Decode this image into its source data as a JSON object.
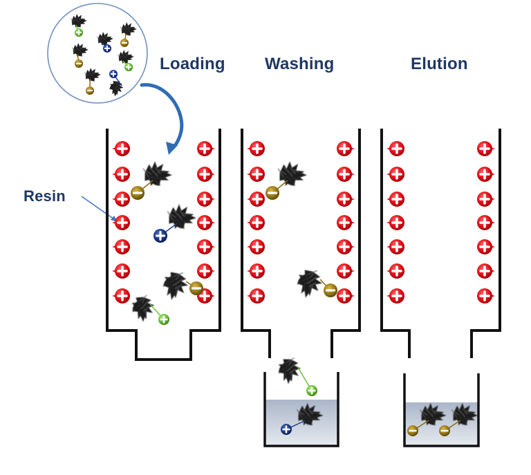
{
  "diagram": {
    "title": "Ion exchange chromatography steps",
    "steps": [
      {
        "id": "loading",
        "label": "Loading"
      },
      {
        "id": "washing",
        "label": "Washing"
      },
      {
        "id": "elution",
        "label": "Elution"
      }
    ],
    "resin_label": "Resin",
    "colors": {
      "label_text": "#1f3864",
      "column_wall": "#111111",
      "resin_bead": "#e8141c",
      "negative_ion": "#8a6a10",
      "positive_ion_blue": "#1c3a8a",
      "positive_ion_green": "#6cbf3a",
      "arrow": "#2e6db3",
      "zoom_circle": "#6f8fbf",
      "liquid": "#c7d0de"
    },
    "columns": [
      {
        "step": "loading",
        "resin_beads_per_side": 7,
        "resin_charge": "+",
        "molecules": [
          {
            "charge": "-",
            "color": "negative"
          },
          {
            "charge": "+",
            "color": "blue"
          },
          {
            "charge": "-",
            "color": "negative"
          },
          {
            "charge": "+",
            "color": "green"
          }
        ]
      },
      {
        "step": "washing",
        "resin_beads_per_side": 7,
        "resin_charge": "+",
        "molecules": [
          {
            "charge": "-",
            "color": "negative"
          },
          {
            "charge": "-",
            "color": "negative"
          }
        ],
        "collected": [
          {
            "charge": "+",
            "color": "green",
            "state": "falling"
          },
          {
            "charge": "+",
            "color": "blue",
            "state": "in-liquid"
          }
        ]
      },
      {
        "step": "elution",
        "resin_beads_per_side": 7,
        "resin_charge": "+",
        "molecules": [],
        "collected": [
          {
            "charge": "-",
            "color": "negative",
            "state": "in-liquid"
          },
          {
            "charge": "-",
            "color": "negative",
            "state": "in-liquid"
          }
        ]
      }
    ],
    "sample_mixture": [
      {
        "charge": "+",
        "color": "green"
      },
      {
        "charge": "+",
        "color": "blue"
      },
      {
        "charge": "-",
        "color": "negative"
      },
      {
        "charge": "-",
        "color": "negative"
      },
      {
        "charge": "+",
        "color": "green"
      },
      {
        "charge": "-",
        "color": "negative"
      },
      {
        "charge": "+",
        "color": "blue"
      }
    ]
  }
}
